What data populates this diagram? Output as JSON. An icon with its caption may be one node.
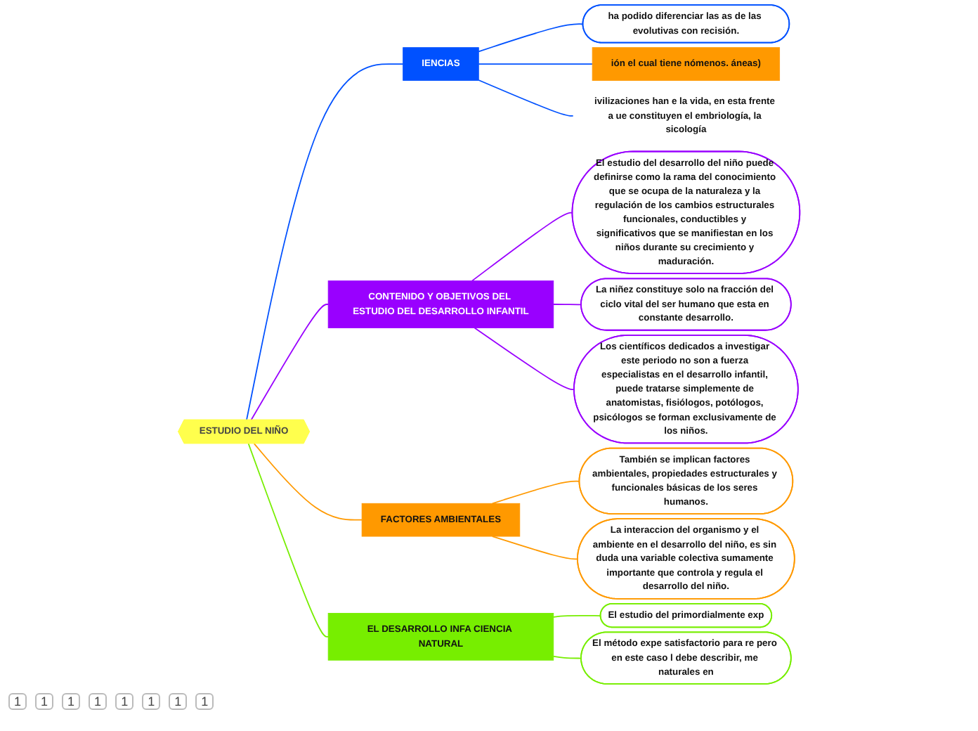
{
  "diagram": {
    "nodes": [
      {
        "text": [
          "ESTUDIO DEL NIÑO"
        ]
      },
      {
        "text": [
          "IENCIAS"
        ]
      },
      {
        "text": [
          "ha podido diferenciar las as de las evolutivas con recisión."
        ]
      },
      {
        "text": [
          "ión el cual tiene nómenos. áneas)"
        ]
      },
      {
        "text": [
          "ivilizaciones han e la vida, en esta frente a ue constituyen el embriología, la sicología"
        ]
      },
      {
        "text": [
          "CONTENIDO Y OBJETIVOS DEL ESTUDIO DEL DESARROLLO INFANTIL"
        ]
      },
      {
        "text": [
          "El estudio del desarrollo del niño puede definirse como la rama del conocimiento que se ocupa de la naturaleza y la regulación de los cambios estructurales funcionales, conductibles y significativos que se manifiestan en los niños durante su crecimiento y maduración."
        ]
      },
      {
        "text": [
          "La niñez constituye solo na fracción del ciclo vital del ser humano que esta en constante desarrollo."
        ]
      },
      {
        "text": [
          "Los científicos dedicados a investigar este periodo no son a fuerza especialistas en el desarrollo infantil, puede tratarse simplemente de anatomistas, fisiólogos, potólogos, psicólogos se forman exclusivamente de los niños."
        ]
      },
      {
        "text": [
          "FACTORES AMBIENTALES"
        ]
      },
      {
        "text": [
          "También se implican factores ambientales, propiedades estructurales y funcionales básicas de los seres humanos."
        ]
      },
      {
        "text": [
          "La interaccion del organismo y el ambiente en el desarrollo del niño, es sin duda una variable colectiva sumamente importante que controla y regula el desarrollo del niño."
        ]
      },
      {
        "text": [
          "EL DESARROLLO INFA CIENCIA NATURAL"
        ]
      },
      {
        "text": [
          "El estudio del primordialmente exp"
        ]
      },
      {
        "text": [
          "El método expe satisfactorio para re pero en este caso l debe describir, me naturales en"
        ]
      }
    ],
    "edges": [
      {
        "from": 0,
        "to": 1,
        "arrow": "none",
        "color": "#0051ff"
      },
      {
        "from": 0,
        "to": 5,
        "arrow": "none",
        "color": "#9900ff"
      },
      {
        "from": 0,
        "to": 9,
        "arrow": "none",
        "color": "#ff9900"
      },
      {
        "from": 0,
        "to": 12,
        "arrow": "none",
        "color": "#77ee00"
      },
      {
        "from": 1,
        "to": 2,
        "arrow": "none",
        "color": "#0051ff"
      },
      {
        "from": 1,
        "to": 3,
        "arrow": "none",
        "color": "#0051ff"
      },
      {
        "from": 1,
        "to": 4,
        "arrow": "none",
        "color": "#0051ff"
      },
      {
        "from": 5,
        "to": 6,
        "arrow": "none",
        "color": "#9900ff"
      },
      {
        "from": 5,
        "to": 7,
        "arrow": "none",
        "color": "#9900ff"
      },
      {
        "from": 5,
        "to": 8,
        "arrow": "none",
        "color": "#9900ff"
      },
      {
        "from": 9,
        "to": 10,
        "arrow": "none",
        "color": "#ff9900"
      },
      {
        "from": 9,
        "to": 11,
        "arrow": "none",
        "color": "#ff9900"
      },
      {
        "from": 12,
        "to": 13,
        "arrow": "none",
        "color": "#77ee00"
      },
      {
        "from": 12,
        "to": 14,
        "arrow": "none",
        "color": "#77ee00"
      }
    ],
    "labels": [
      "1",
      "1",
      "1",
      "1",
      "1",
      "1",
      "1",
      "1"
    ]
  }
}
